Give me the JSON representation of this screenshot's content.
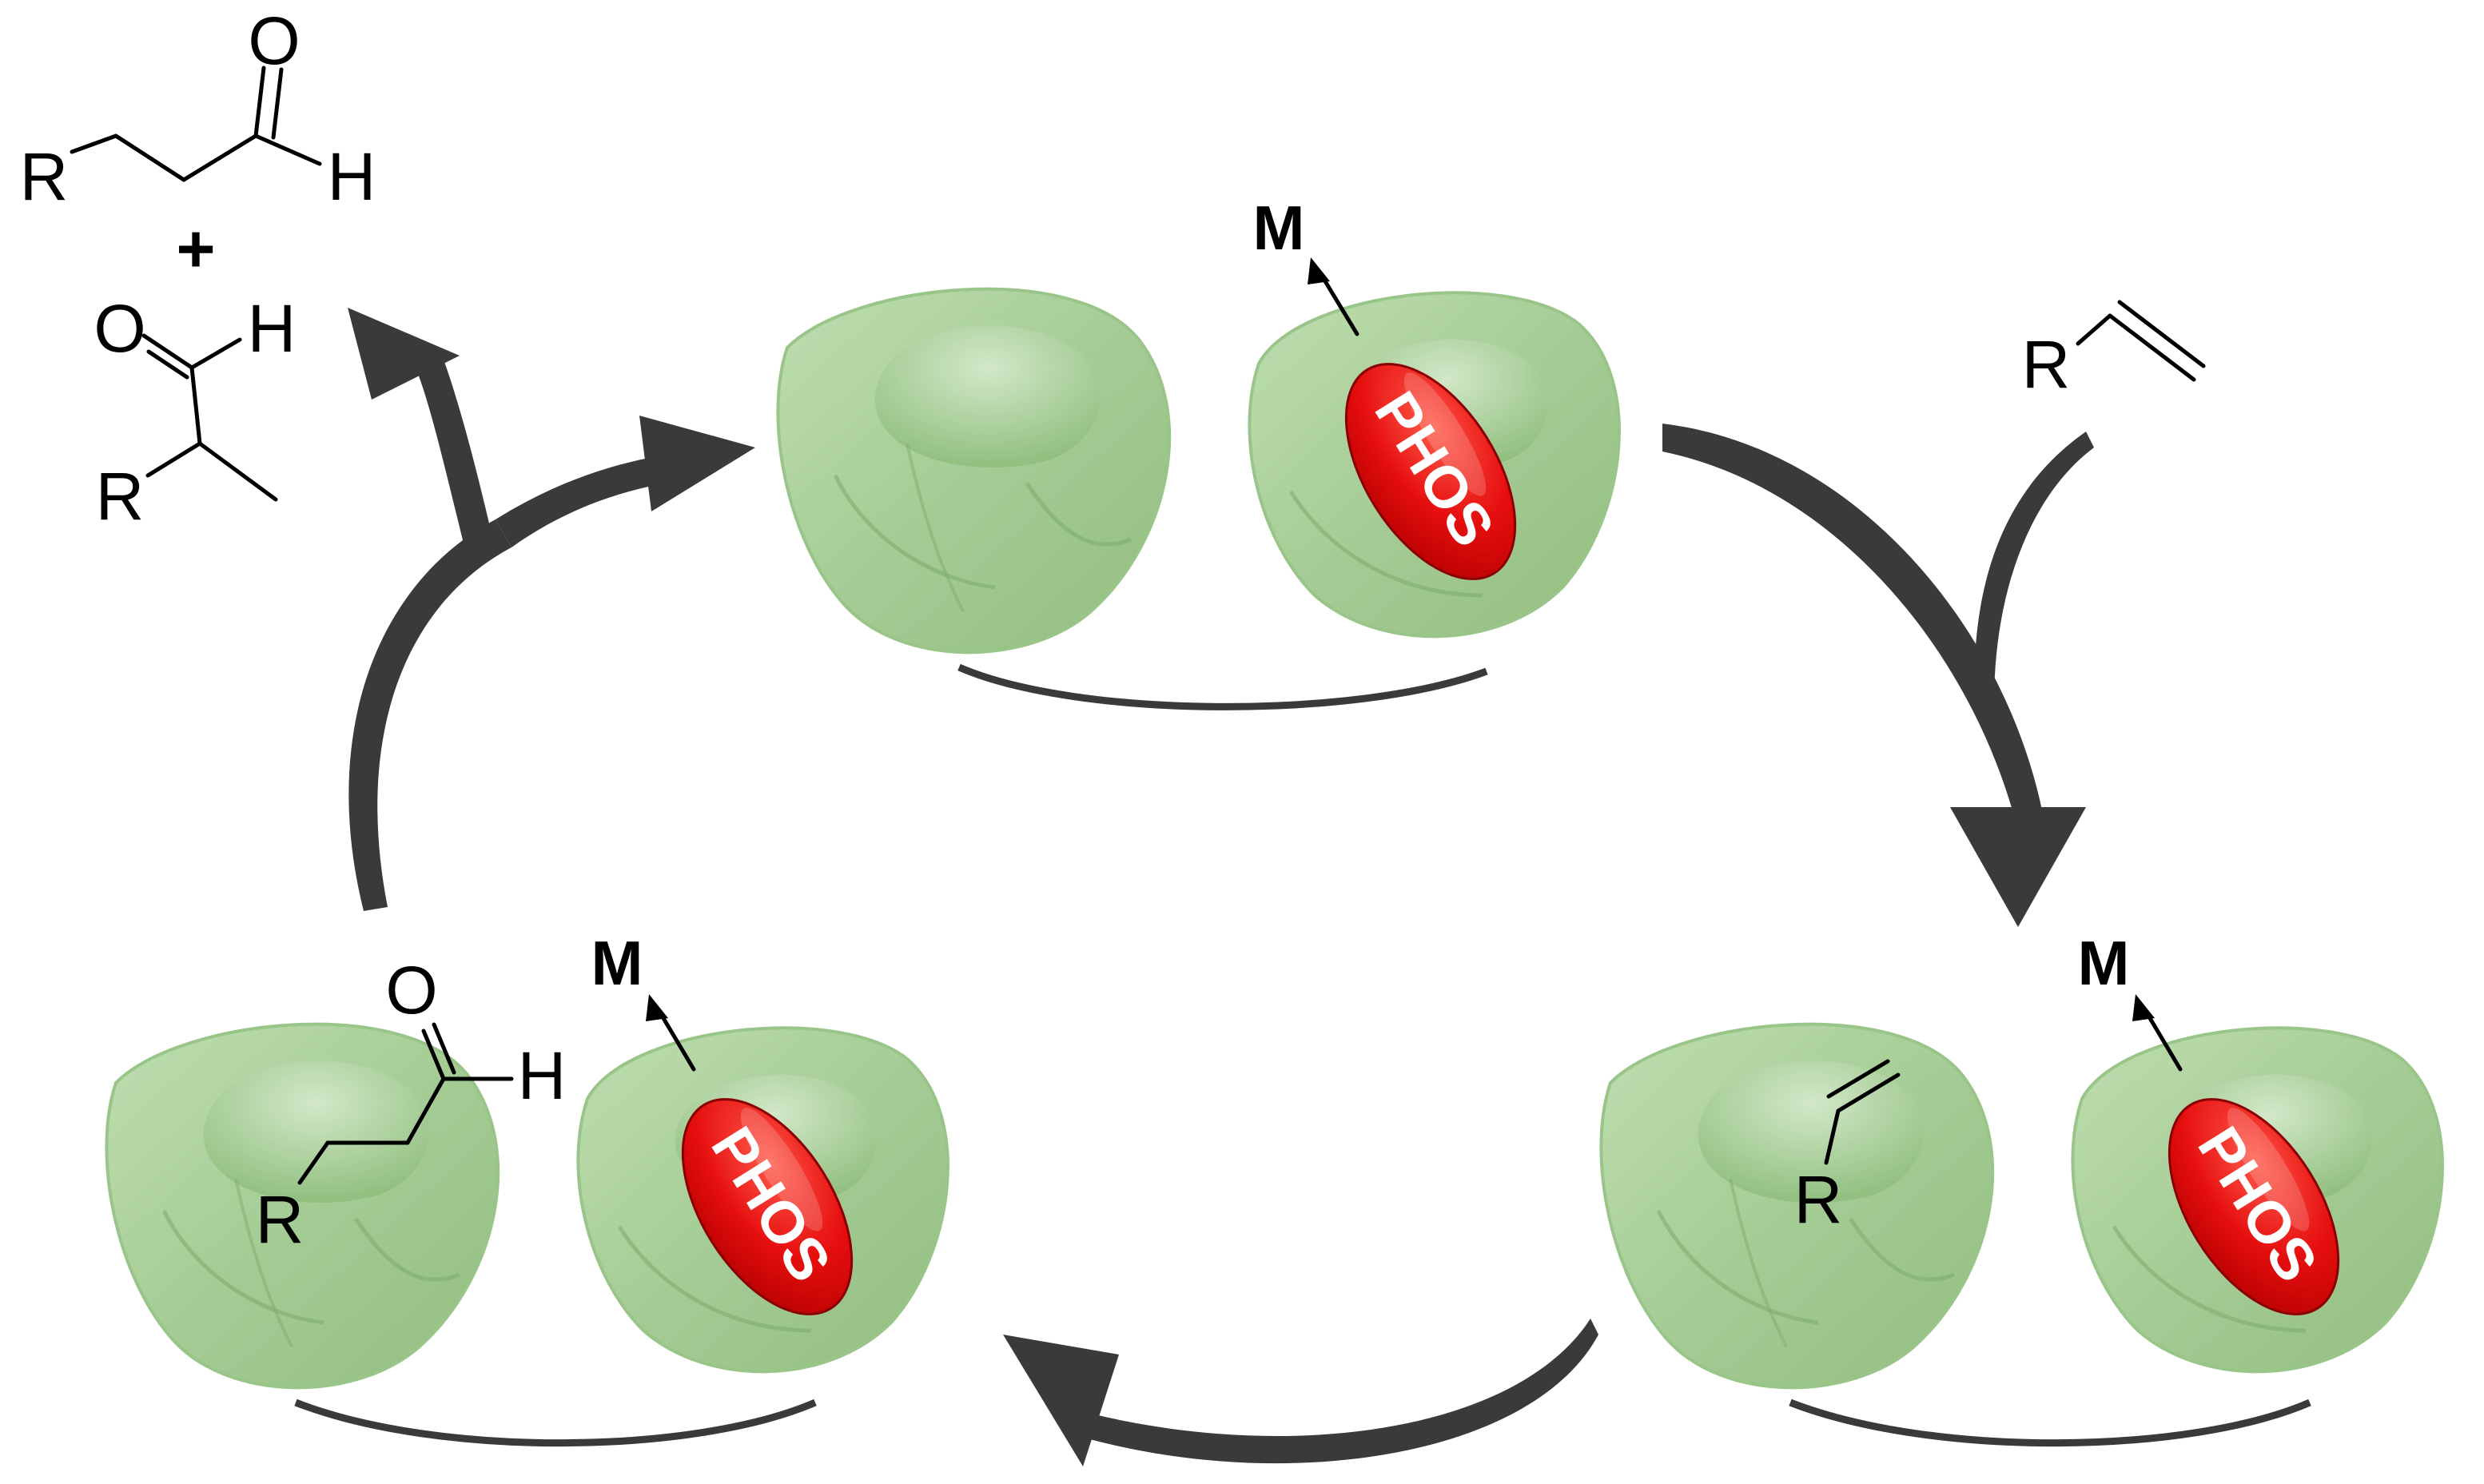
{
  "labels": {
    "metal": "M",
    "phosphine": "PHOS",
    "substituent": "R",
    "oxygen": "O",
    "hydrogen": "H",
    "plus": "+"
  },
  "colors": {
    "cavitand_green": "#a9cf98",
    "cavitand_dark": "#6f9f60",
    "phos_red": "#e81010",
    "arrow_gray": "#3a3a3a"
  },
  "icons": {
    "cavitand": "green-cone-cavity",
    "phosphine": "red-ellipse-badge",
    "arrow": "curved-thick-arrow"
  }
}
